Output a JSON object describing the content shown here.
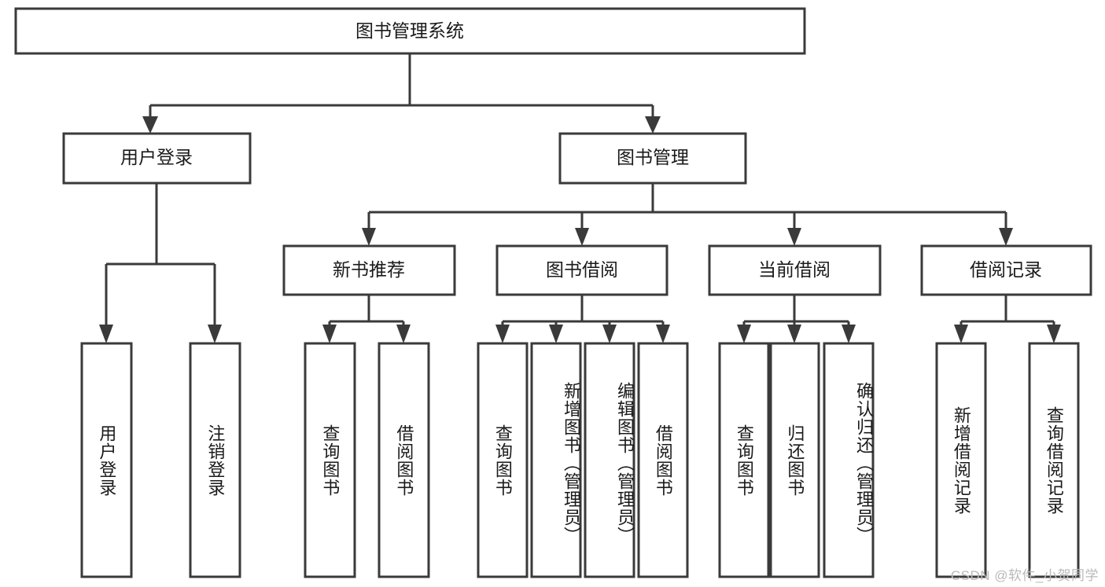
{
  "diagram": {
    "type": "tree-hierarchy",
    "title": "图书管理系统",
    "orientation": "top-down",
    "colors": {
      "box_stroke": "#3a3a3a",
      "box_fill": "#ffffff",
      "connector": "#3a3a3a",
      "text": "#1a1a1a",
      "watermark": "#b9b9b9",
      "background": "#ffffff"
    },
    "root": {
      "label": "图书管理系统"
    },
    "level2": [
      {
        "label": "用户登录"
      },
      {
        "label": "图书管理"
      }
    ],
    "level3": [
      {
        "label": "新书推荐"
      },
      {
        "label": "图书借阅"
      },
      {
        "label": "当前借阅"
      },
      {
        "label": "借阅记录"
      }
    ],
    "leaves": {
      "user_login": [
        {
          "label": "用户登录"
        },
        {
          "label": "注销登录"
        }
      ],
      "new_book": [
        {
          "label": "查询图书"
        },
        {
          "label": "借阅图书"
        }
      ],
      "book_borrow": [
        {
          "label": "查询图书"
        },
        {
          "label": "新增图书（管理员）"
        },
        {
          "label": "编辑图书（管理员）"
        },
        {
          "label": "借阅图书"
        }
      ],
      "current_borrow": [
        {
          "label": "查询图书"
        },
        {
          "label": "归还图书"
        },
        {
          "label": "确认归还（管理员）"
        }
      ],
      "borrow_record": [
        {
          "label": "新增借阅记录"
        },
        {
          "label": "查询借阅记录"
        }
      ]
    },
    "watermark": "CSDN @软件_小贺同学"
  }
}
